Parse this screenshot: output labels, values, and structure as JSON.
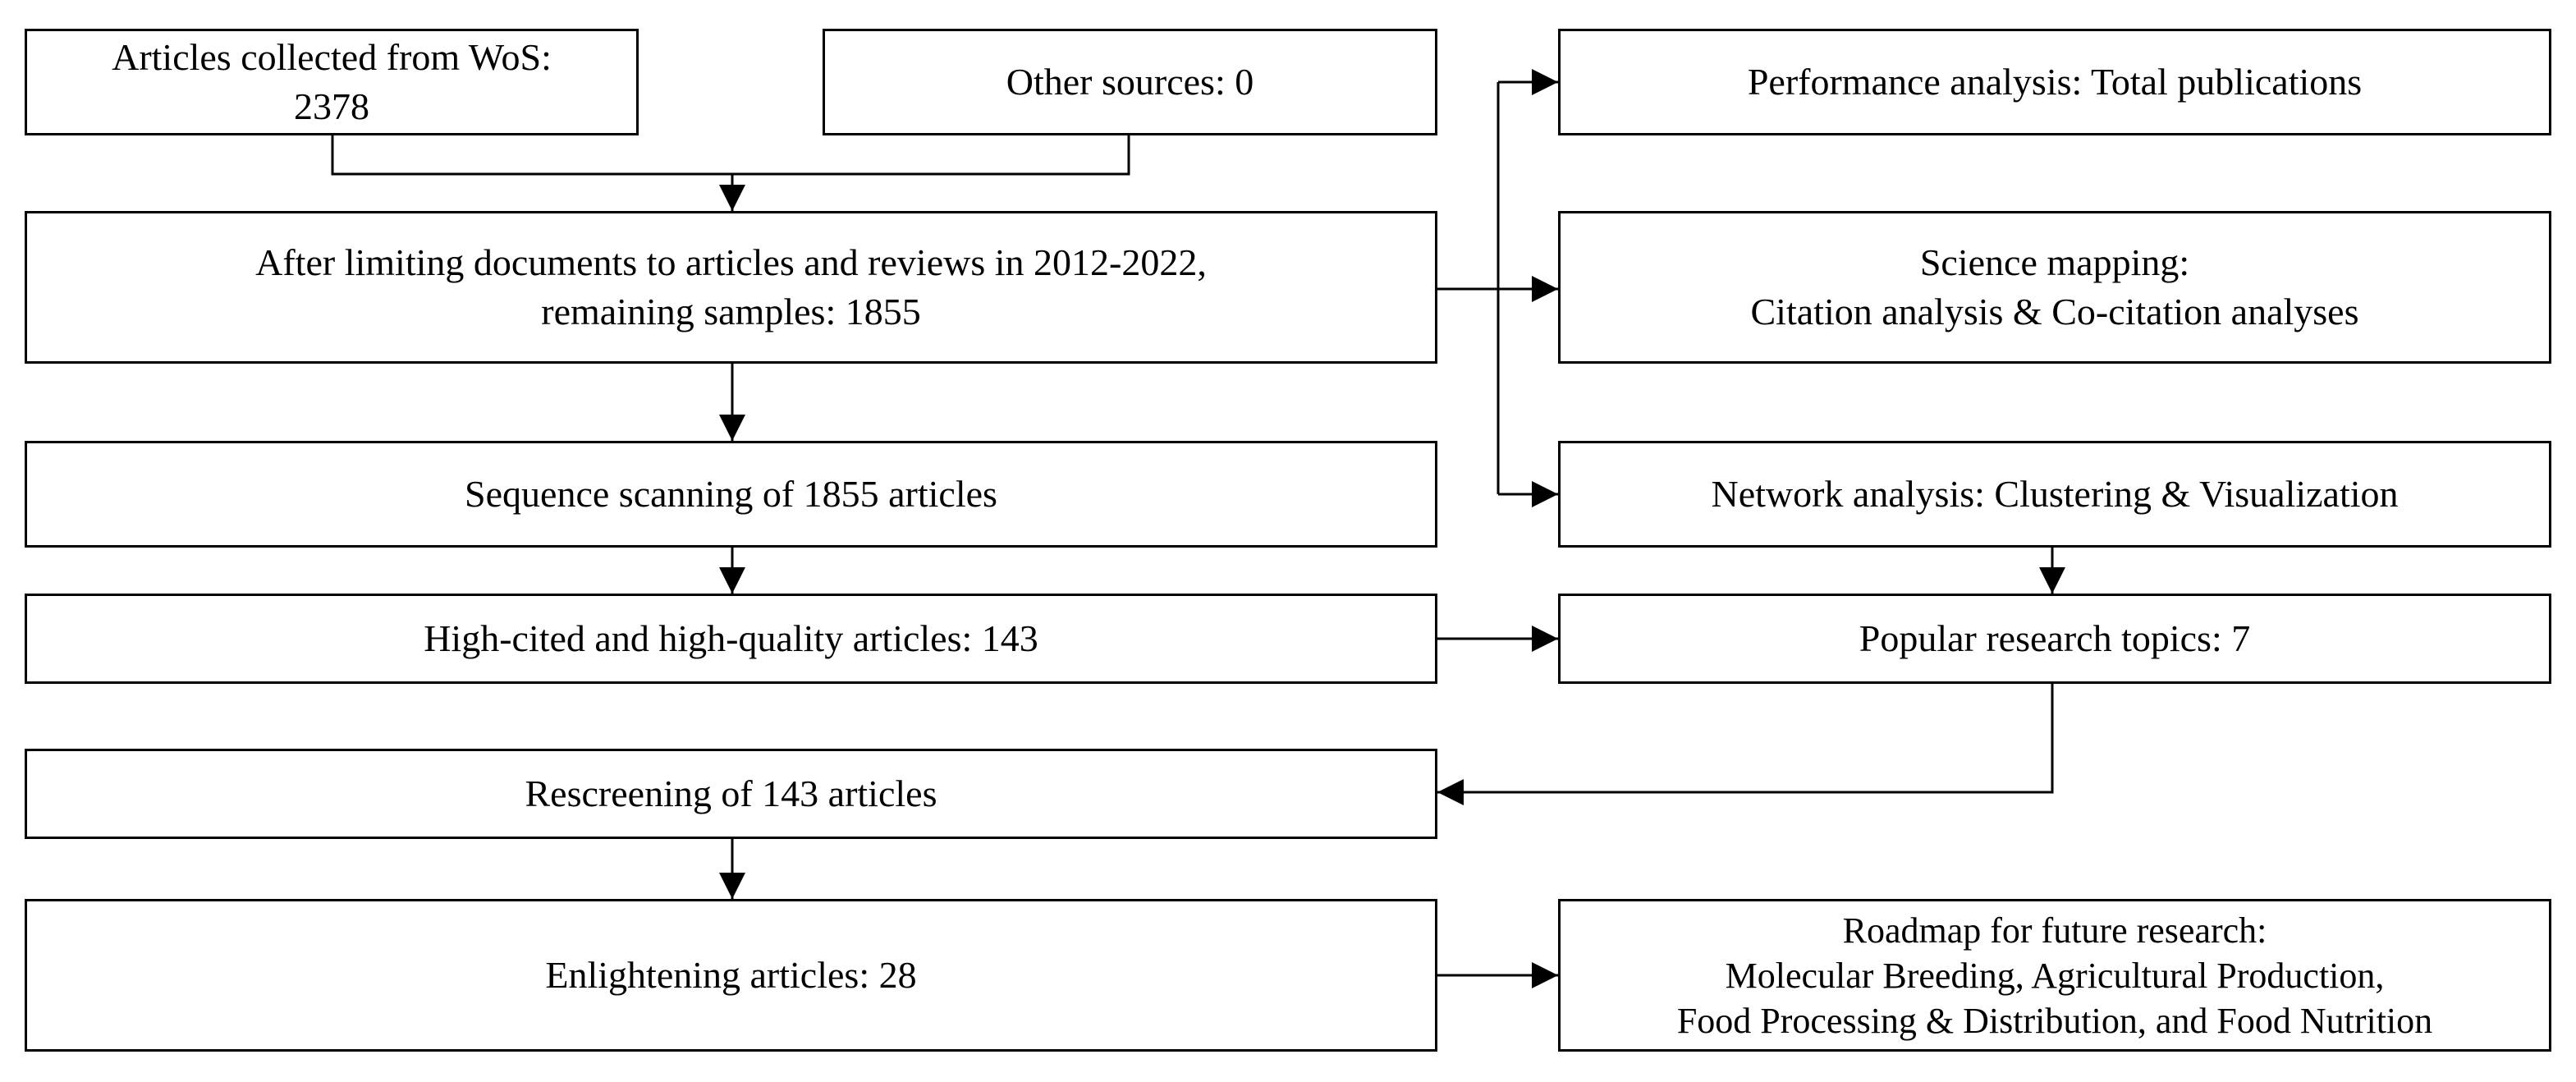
{
  "boxes": {
    "wos": [
      "Articles collected from WoS:",
      "2378"
    ],
    "other": [
      "Other sources: 0"
    ],
    "limit": [
      "After limiting documents to articles and reviews in 2012-2022,",
      "remaining samples: 1855"
    ],
    "scan": [
      "Sequence scanning of 1855 articles"
    ],
    "highcited": [
      "High-cited and high-quality articles: 143"
    ],
    "rescreen": [
      "Rescreening of 143 articles"
    ],
    "enlight": [
      "Enlightening articles: 28"
    ],
    "perf": [
      "Performance analysis: Total publications"
    ],
    "science": [
      "Science mapping:",
      "Citation analysis & Co-citation analyses"
    ],
    "network": [
      "Network analysis: Clustering & Visualization"
    ],
    "popular": [
      "Popular research topics: 7"
    ],
    "roadmap": [
      "Roadmap for future research:",
      "Molecular Breeding, Agricultural Production,",
      "Food Processing & Distribution, and Food Nutrition"
    ]
  }
}
